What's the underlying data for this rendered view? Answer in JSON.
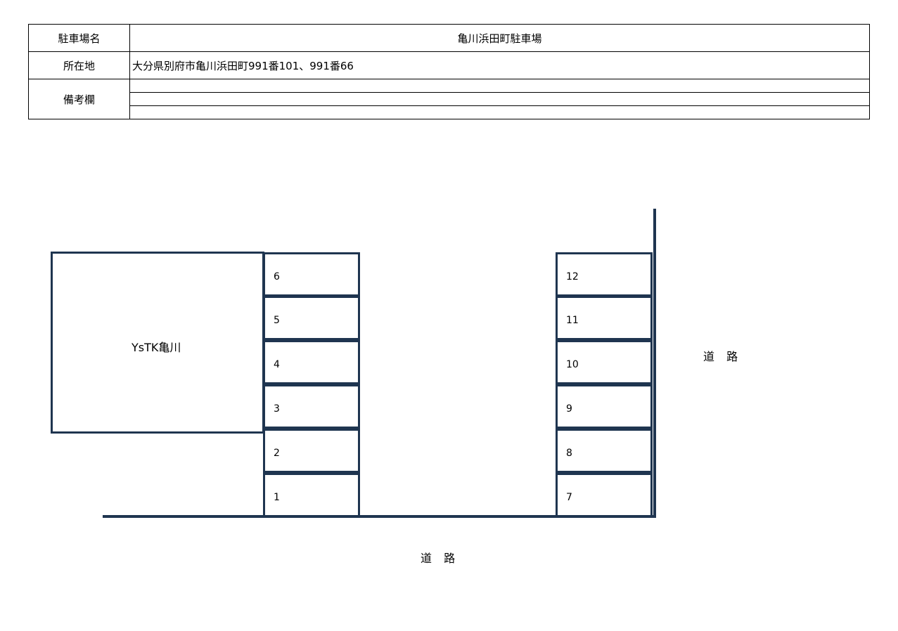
{
  "info": {
    "name_label": "駐車場名",
    "name_value": "亀川浜田町駐車場",
    "address_label": "所在地",
    "address_value": "大分県別府市亀川浜田町991番101、991番66",
    "notes_label": "備考欄",
    "notes": [
      "",
      "",
      ""
    ]
  },
  "map": {
    "building": "YsTK亀川",
    "left_stalls": [
      "6",
      "5",
      "4",
      "3",
      "2",
      "1"
    ],
    "right_stalls": [
      "12",
      "11",
      "10",
      "9",
      "8",
      "7"
    ],
    "road_right": "道 路",
    "road_bottom": "道 路"
  }
}
